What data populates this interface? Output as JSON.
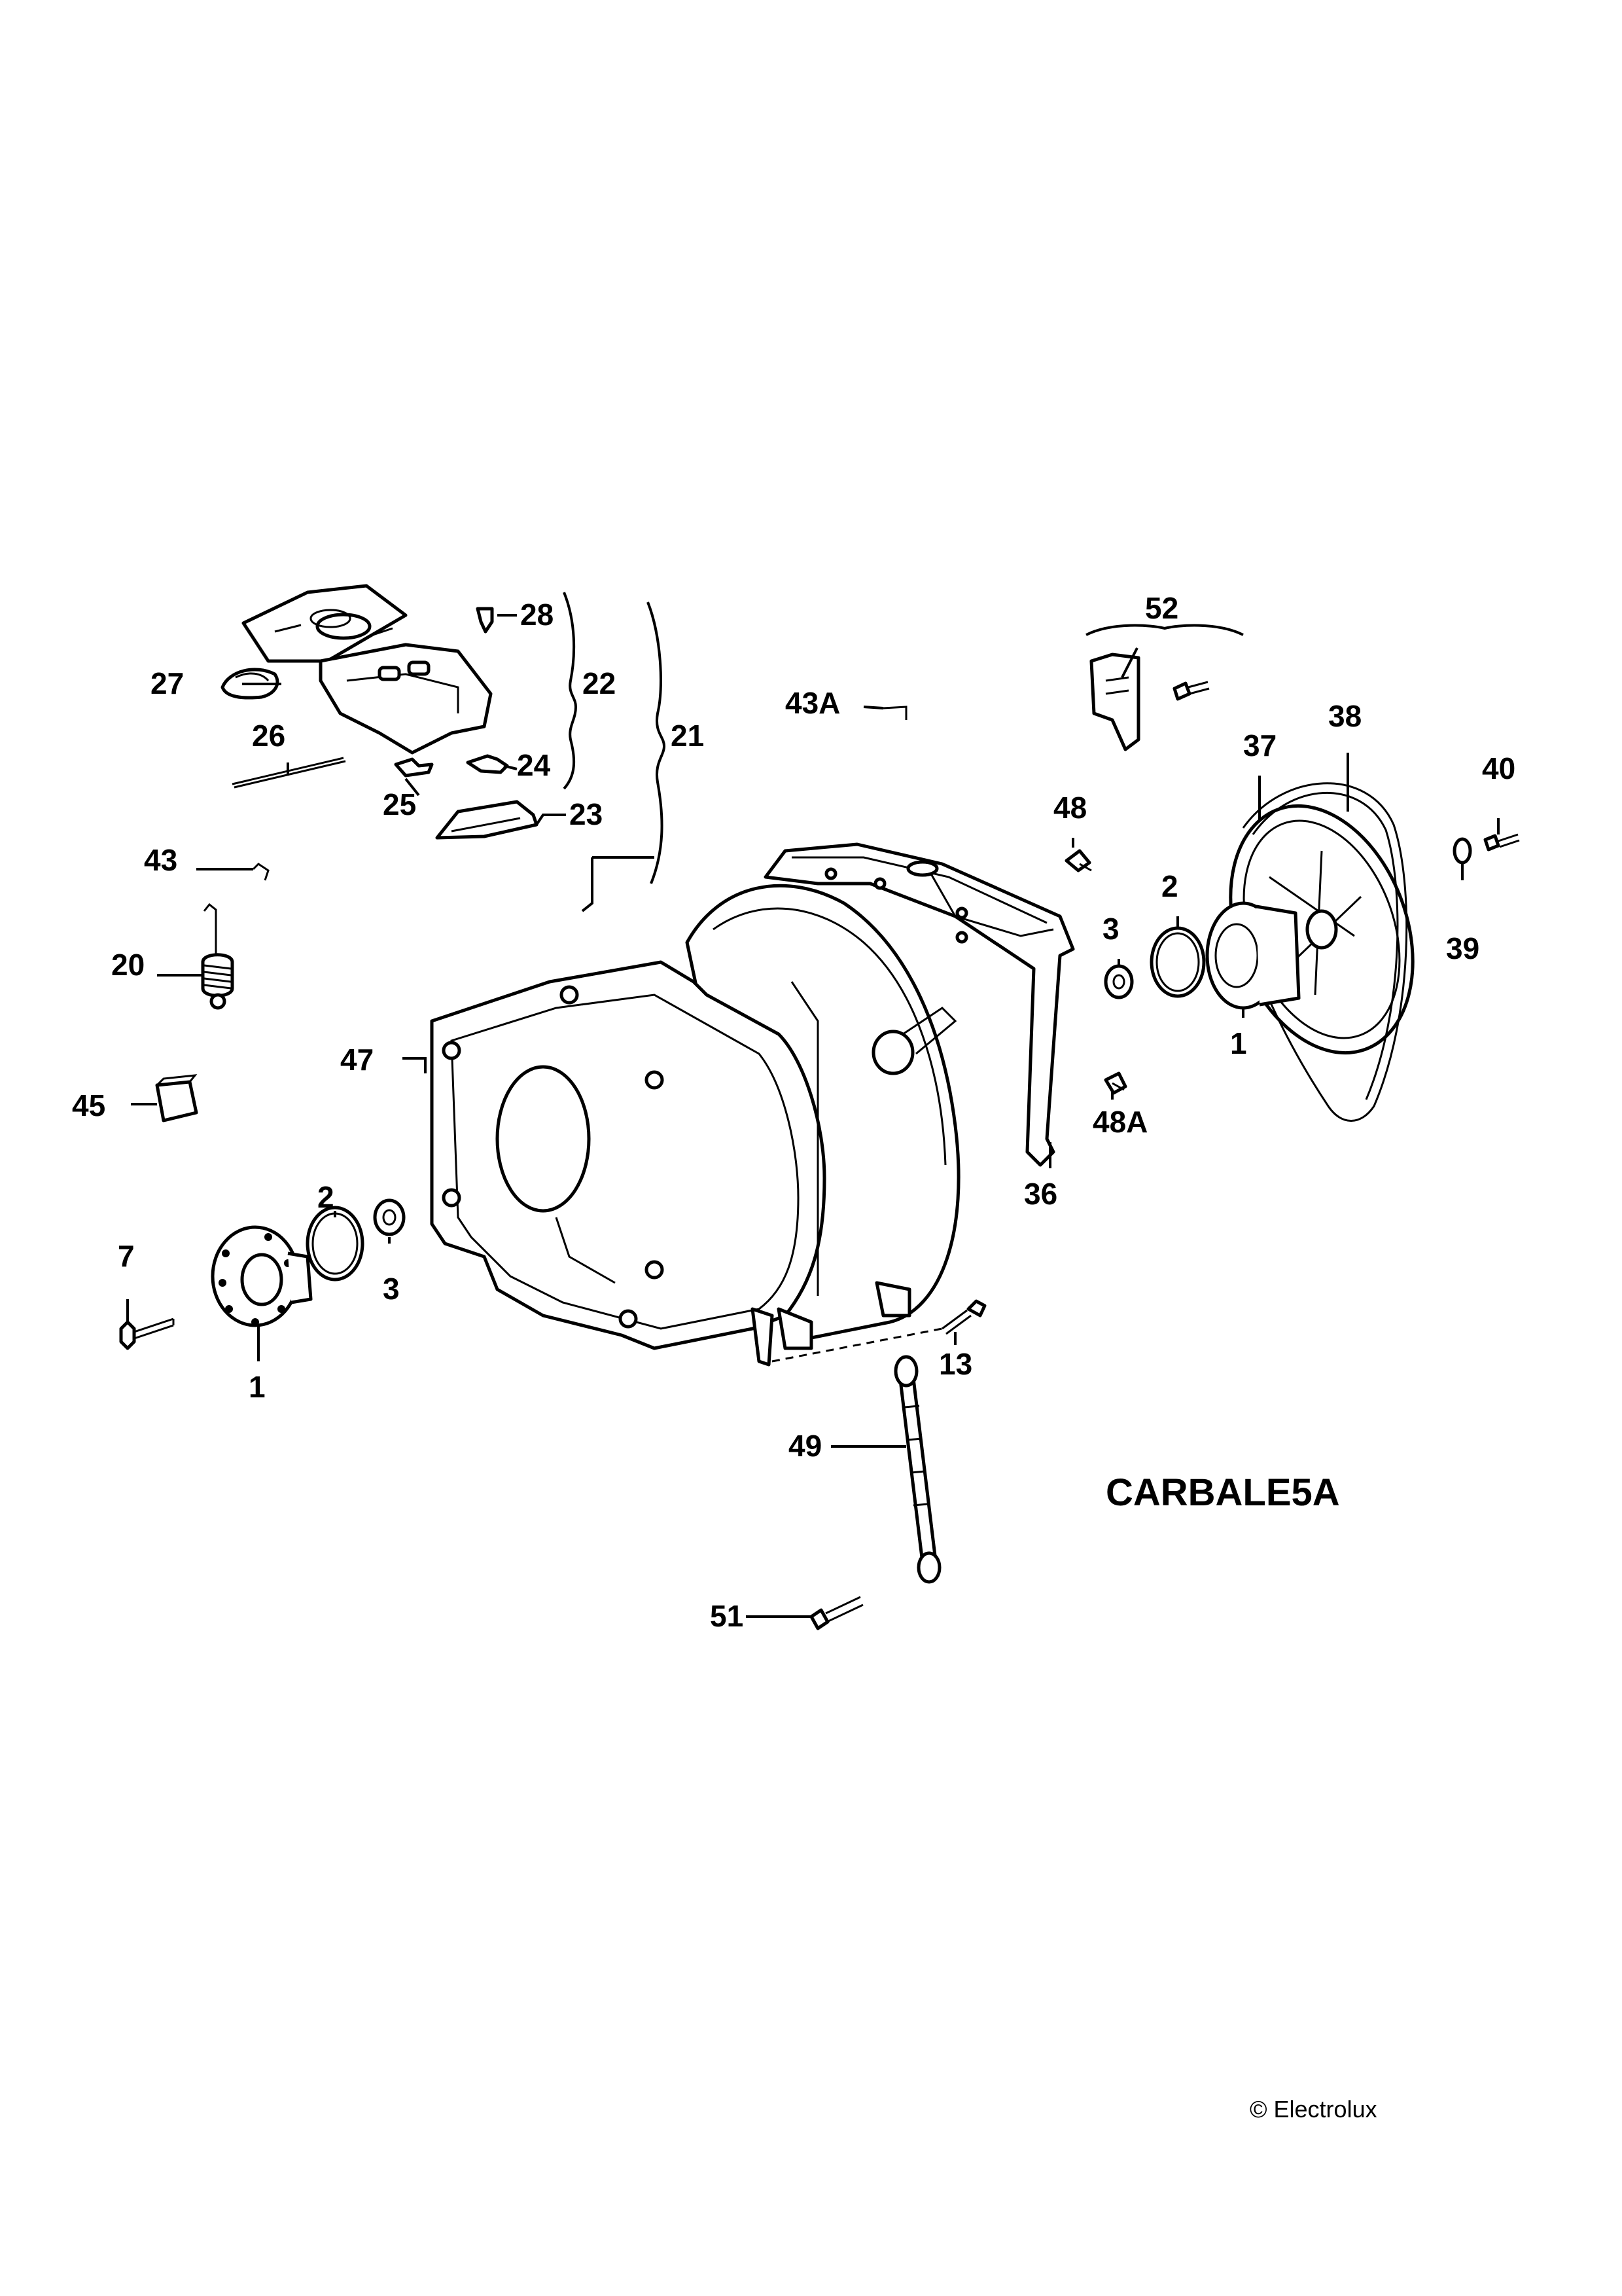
{
  "diagram_code": "CARBALE5A",
  "copyright": "© Electrolux",
  "callouts": {
    "c1_front": "1",
    "c1_rear": "1",
    "c2_front": "2",
    "c2_rear": "2",
    "c3_front": "3",
    "c3_rear": "3",
    "c7": "7",
    "c13": "13",
    "c20": "20",
    "c21": "21",
    "c22": "22",
    "c23": "23",
    "c24": "24",
    "c25": "25",
    "c26": "26",
    "c27": "27",
    "c28": "28",
    "c36": "36",
    "c37": "37",
    "c38": "38",
    "c39": "39",
    "c40": "40",
    "c43": "43",
    "c43a": "43A",
    "c45": "45",
    "c47": "47",
    "c48": "48",
    "c48a": "48A",
    "c49": "49",
    "c51": "51",
    "c52": "52"
  }
}
